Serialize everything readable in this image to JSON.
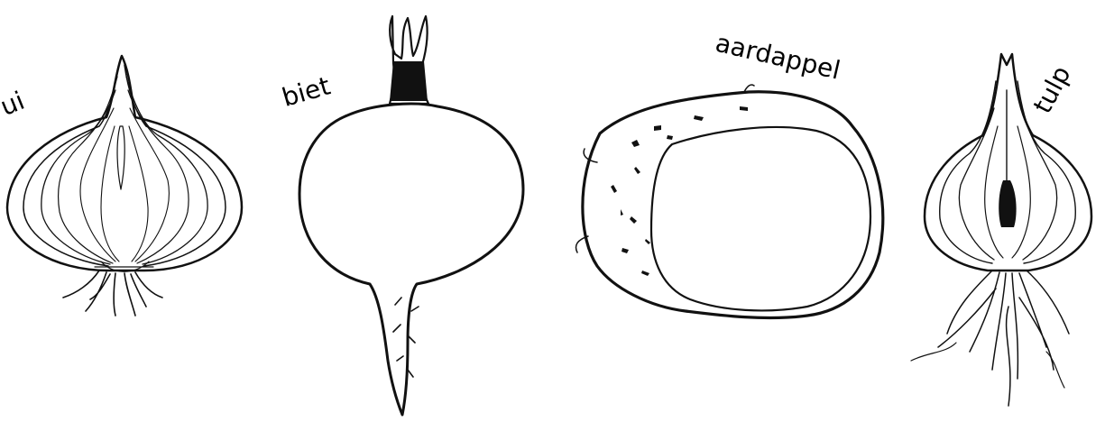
{
  "labels": {
    "ui": "ui",
    "biet": "biet",
    "aardappel": "aardappel",
    "tulp": "tulp"
  }
}
